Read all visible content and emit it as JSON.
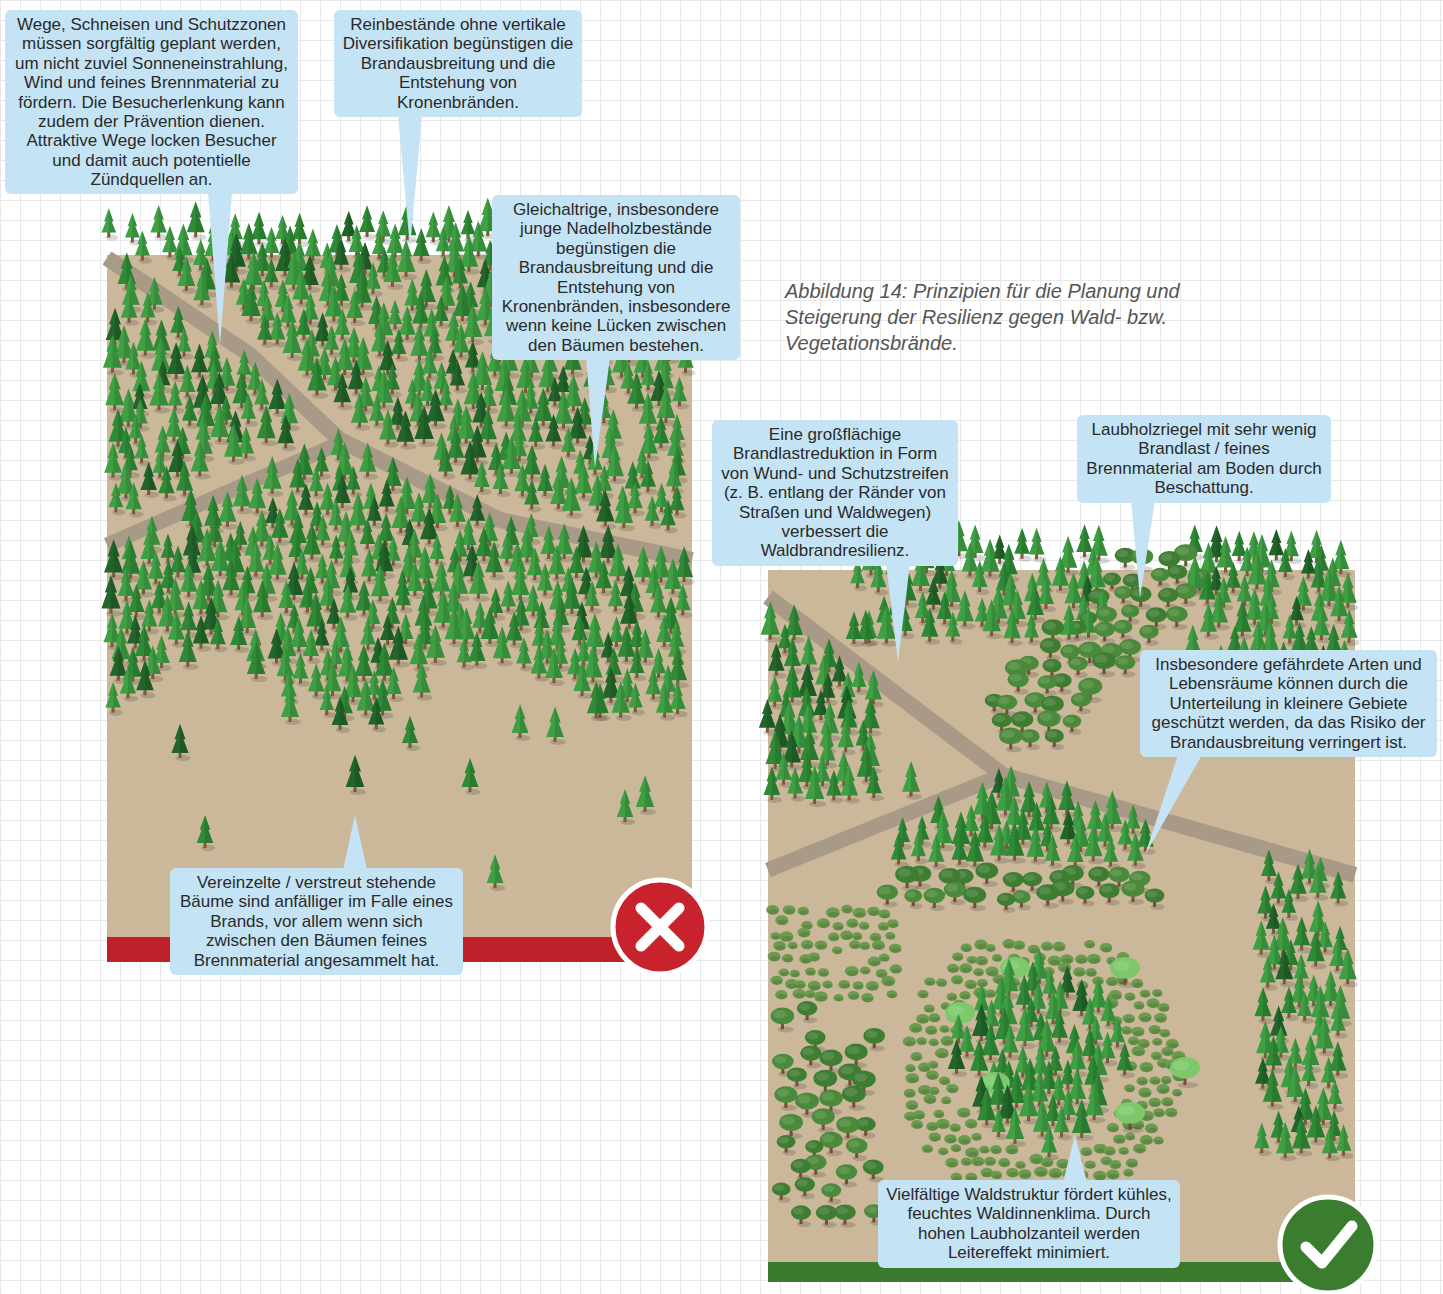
{
  "diagram": {
    "caption": "Abbildung 14: Prinzipien für die Planung und Steigerung der Resilienz gegen Wald- bzw. Vegetationsbrände.",
    "nodes": [
      {
        "text": [
          "Wege, Schneisen und Schutzzonen müssen sorgfältig geplant werden, um nicht zuviel Sonneneinstrahlung, Wind und feines Brennmaterial zu fördern. Die Besucherlenkung kann zudem der Prävention dienen. Attraktive Wege locken Besucher und damit auch potentielle Zündquellen an."
        ]
      },
      {
        "text": [
          "Reinbestände ohne vertikale Diversifikation begünstigen die Brandausbreitung und die Entstehung von Kronenbränden."
        ]
      },
      {
        "text": [
          "Gleichaltrige, insbesondere junge Nadelholzbestände begünstigen die Brandausbreitung und die Entstehung von Kronenbränden, insbesondere wenn keine Lücken zwischen den Bäumen bestehen."
        ]
      },
      {
        "text": [
          "Eine großflächige Brandlastreduktion in Form von Wund- und Schutzstreifen (z. B. entlang der Ränder von Straßen und Waldwegen) verbessert die Waldbrandresilienz."
        ]
      },
      {
        "text": [
          "Laubholzriegel mit sehr wenig Brandlast / feines Brennmaterial am Boden durch Beschattung."
        ]
      },
      {
        "text": [
          "Insbesondere gefährdete Arten und Lebensräume können durch die Unterteilung in kleinere Gebiete geschützt werden, da das Risiko der Brandausbreitung verringert ist."
        ]
      },
      {
        "text": [
          "Vereinzelte / verstreut stehende Bäume sind anfälliger im Falle eines Brands, vor allem wenn sich zwischen den Bäumen feines Brennmaterial angesammelt hat."
        ]
      },
      {
        "text": [
          "Vielfältige Waldstruktur fördert kühles, feuchtes Waldinnenklima. Durch hohen Laubholzanteil werden Leitereffekt minimiert."
        ]
      }
    ]
  }
}
